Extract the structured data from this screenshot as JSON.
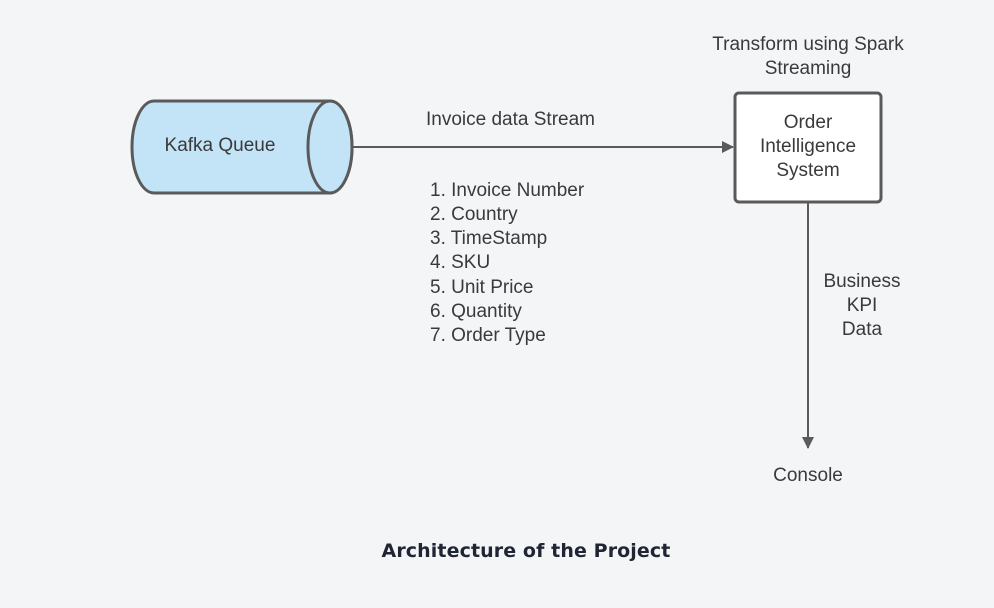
{
  "diagram": {
    "source": {
      "label": "Kafka Queue"
    },
    "stream_edge": {
      "label": "Invoice data Stream"
    },
    "fields": [
      "1. Invoice Number",
      "2. Country",
      "3. TimeStamp",
      "4. SKU",
      "5. Unit Price",
      "6. Quantity",
      "7. Order Type"
    ],
    "processor": {
      "header_lines": [
        "Transform using Spark",
        "Streaming"
      ],
      "lines": [
        "Order",
        "Intelligence",
        "System"
      ]
    },
    "output_edge": {
      "lines": [
        "Business",
        "KPI",
        "Data"
      ]
    },
    "sink": {
      "label": "Console"
    },
    "colors": {
      "cylinder_fill": "#c3e3f7",
      "stroke": "#5a5a5a",
      "box_fill": "#ffffff",
      "text": "#3a3a3a"
    }
  },
  "caption": "Architecture of the Project"
}
